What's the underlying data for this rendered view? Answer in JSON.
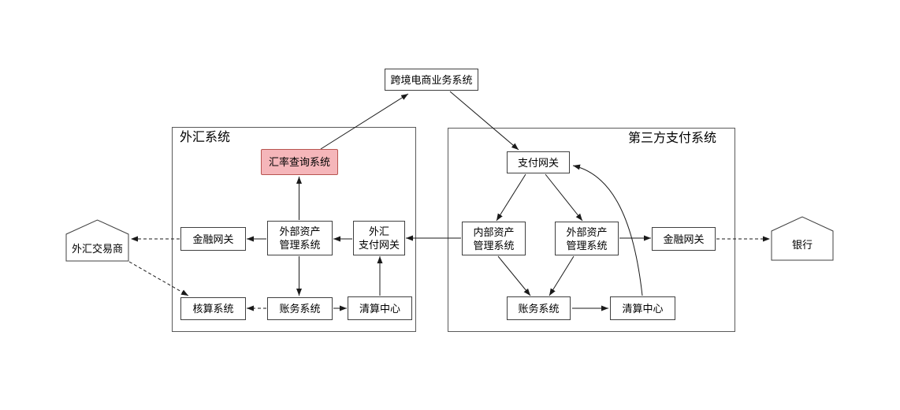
{
  "diagram": {
    "top_node": {
      "label": "跨境电商业务系统"
    },
    "fx_system": {
      "title": "外汇系统",
      "nodes": {
        "rate_query": "汇率查询系统",
        "finance_gateway": "金融网关",
        "external_asset": "外部资产\n管理系统",
        "fx_payment_gateway": "外汇\n支付网关",
        "accounting": "核算系统",
        "ledger": "账务系统",
        "clearing_center": "清算中心"
      }
    },
    "third_party_system": {
      "title": "第三方支付系统",
      "nodes": {
        "payment_gateway": "支付网关",
        "internal_asset": "内部资产\n管理系统",
        "external_asset": "外部资产\n管理系统",
        "finance_gateway": "金融网关",
        "ledger": "账务系统",
        "clearing_center": "清算中心"
      }
    },
    "externals": {
      "fx_dealer": "外汇交易商",
      "bank": "银行"
    },
    "colors": {
      "highlight_fill": "#f5b6ba",
      "highlight_stroke": "#b85450",
      "box_stroke": "#404040",
      "container_stroke": "#5a5a5a",
      "line": "#1a1a1a",
      "background": "#ffffff"
    }
  }
}
